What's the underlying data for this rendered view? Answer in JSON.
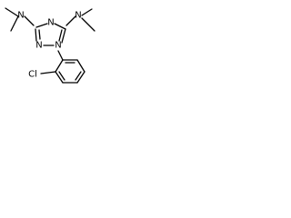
{
  "molecule": {
    "atoms": {
      "n_left": "N",
      "n_right": "N",
      "n_ring_top": "N",
      "n_ring_left": "N",
      "n_ring_right": "N",
      "cl": "Cl"
    },
    "colors": {
      "bond": "#000000",
      "label": "#000000"
    }
  }
}
